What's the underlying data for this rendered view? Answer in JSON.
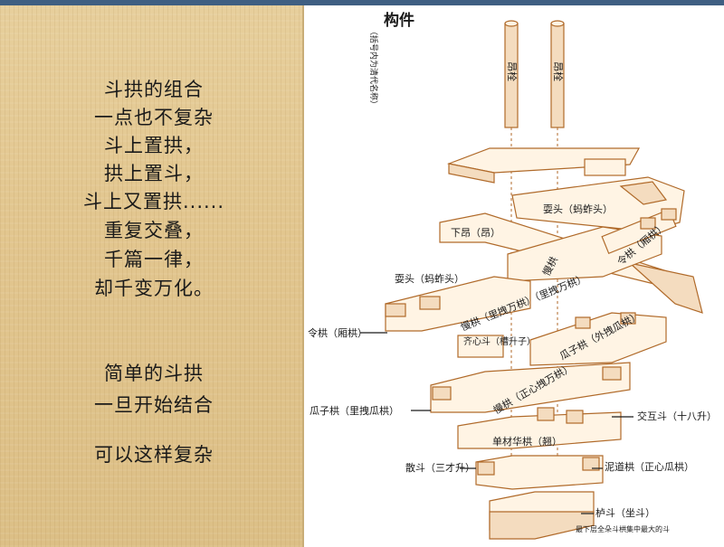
{
  "intro_lines": [
    "斗拱的组合",
    "一点也不复杂",
    "斗上置拱，",
    "拱上置斗，",
    "斗上又置拱......",
    "重复交叠，",
    "千篇一律，",
    "却千变万化。"
  ],
  "closing_lines": [
    "简单的斗拱",
    "一旦开始结合",
    "可以这样复杂"
  ],
  "diagram": {
    "title": "构件",
    "subtitle": "（括号内为清代名称）",
    "labels": {
      "angshuan_1": "昂栓",
      "angshuan_2": "昂栓",
      "shuatou_top": "耍头（蚂蚱头）",
      "xiaang": "下昂（昂）",
      "manqong": "慢栱",
      "lingong_right": "令栱（厢栱）",
      "shuatou_left": "耍头（蚂蚱头）",
      "lingong_left": "令栱（厢栱）",
      "manqong_lixiao": "慢栱（里拽万栱）（里拽万栱）",
      "qixindou": "齐心斗（槽升子）",
      "guazi_outer": "瓜子栱（外拽瓜栱）",
      "manqong_zhengxin": "慢栱（正心拽万栱）",
      "guazi_inner": "瓜子栱（里拽瓜栱）",
      "jiaohudou": "交互斗（十八升）",
      "danjiao": "单材华栱（翘）",
      "sandou": "散斗（三才升）",
      "nidao": "泥道栱（正心瓜栱）",
      "ludou": "栌斗（坐斗）",
      "ludou_note": "最下层全朵斗栱集中最大的斗"
    }
  }
}
